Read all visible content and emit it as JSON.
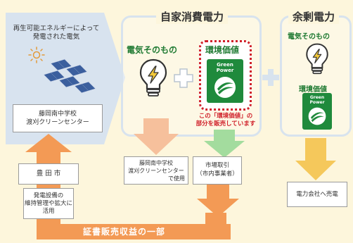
{
  "left_panel": {
    "caption": [
      "再生可能エネルギーによって",
      "発電された電気"
    ],
    "school_box": [
      "藤岡南中学校",
      "渡刈クリーンセンター"
    ]
  },
  "jika": {
    "title": "自家消費電力",
    "denki_label": "電気そのもの",
    "kankyo_label": "環境価値",
    "green_power": [
      "Green",
      "Power"
    ],
    "note": [
      "この「環境価値」の",
      "部分を販売しています"
    ]
  },
  "yojo": {
    "title": "余剰電力",
    "denki_label": "電気そのもの",
    "kankyo_label": "環境価値",
    "green_power": [
      "Green",
      "Power"
    ]
  },
  "boxes": {
    "toyota": "豊 田 市",
    "maintenance": [
      "発電設備の",
      "維持管理や拡大に",
      "活用"
    ],
    "school_use": [
      "藤岡南中学校",
      "渡刈クリーンセンター",
      "で使用"
    ],
    "market": [
      "市場取引",
      "（市内事業者）"
    ],
    "sell": "電力会社へ売電"
  },
  "bottom_arrow_label": "証書販売収益の一部",
  "colors": {
    "background": "#fdf6dc",
    "left_panel": "#d8e3ef",
    "peach_arrow": "#f6c09c",
    "orange_arrow": "#f39a55",
    "green_arrow": "#a3dc9e",
    "yellow_arrow": "#f5c85b",
    "green_card": "#1f8a3c",
    "red_note": "#d0202a",
    "bulb": "#f4c93a"
  },
  "icons": [
    "sun-icon",
    "solar-panel-icon",
    "light-bulb-icon",
    "plus-icon",
    "green-power-logo"
  ]
}
